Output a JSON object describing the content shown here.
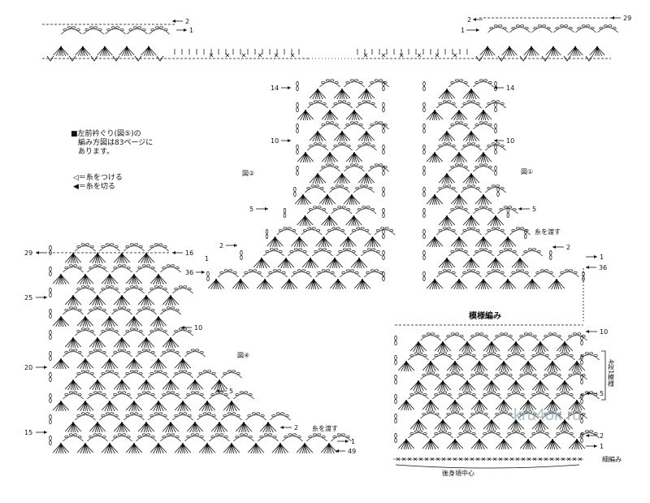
{
  "note": {
    "title": "■左前衿ぐり(図⑤)の",
    "line2": "編み方図は83ページに",
    "line3": "あります。"
  },
  "legend": {
    "attach": "◁＝糸をつける",
    "cut": "◀＝糸を切る"
  },
  "figures": {
    "fig1": "図①",
    "fig2": "図②",
    "fig4": "図④",
    "pattern": "模様編み"
  },
  "rows": {
    "r1": "1",
    "r2": "2",
    "r5": "5",
    "r10": "10",
    "r14": "14",
    "r15": "15",
    "r16": "16",
    "r20": "20",
    "r25": "25",
    "r29": "29",
    "r36": "36",
    "r49": "49"
  },
  "notes": {
    "carry_yarn": "糸を渡す",
    "repeat_unit": "4段1模様",
    "sc": "細編み",
    "back_center": "後身頃中心"
  },
  "watermark": "kru4ok.ru"
}
